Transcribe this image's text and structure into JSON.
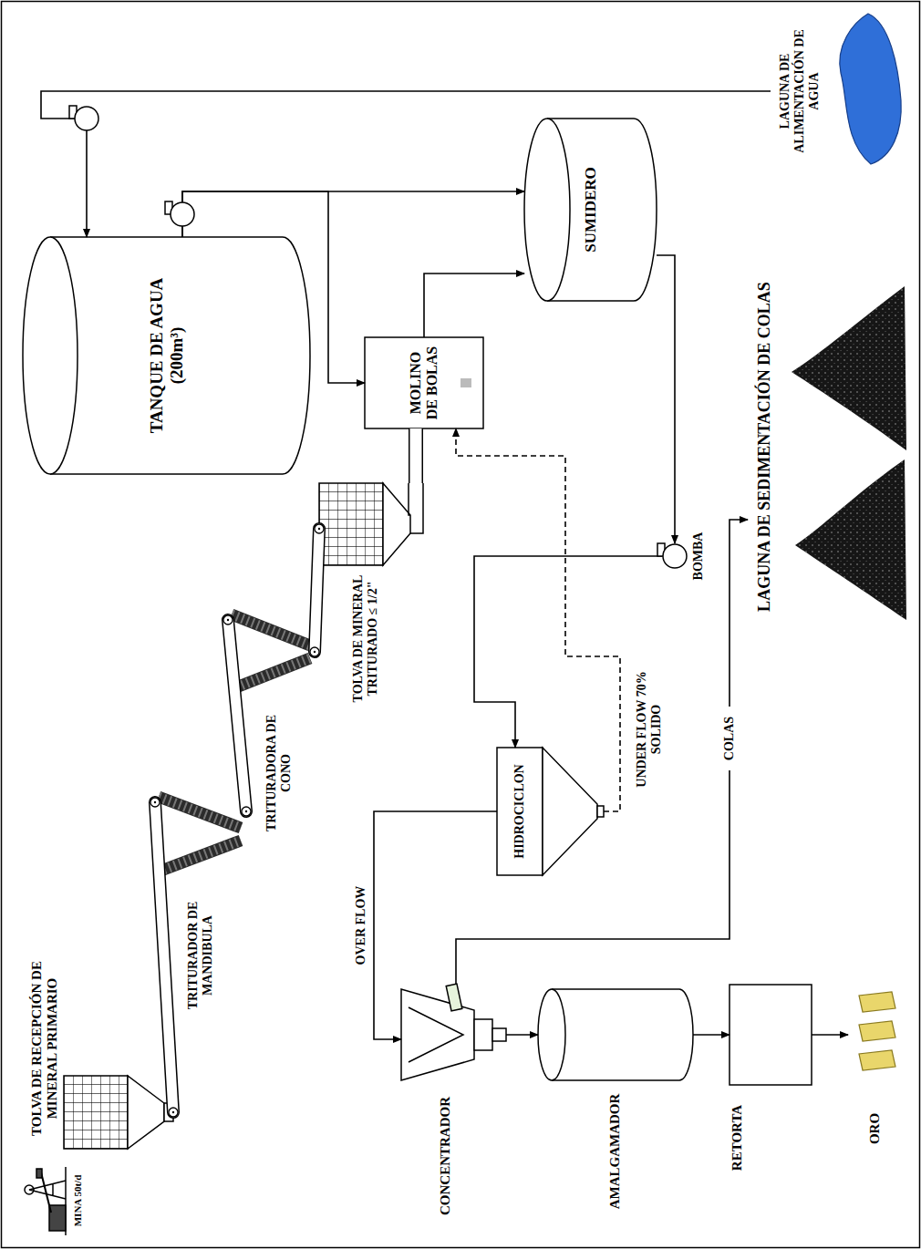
{
  "diagram": {
    "nodes": [
      {
        "text": [
          "MINA 50t/d"
        ]
      },
      {
        "text": [
          "TOLVA DE RECEPCIÓN DE MINERAL PRIMARIO"
        ]
      },
      {
        "text": [
          "TRITURADOR DE MANDIBULA"
        ]
      },
      {
        "text": [
          "TRITURADORA DE CONO"
        ]
      },
      {
        "text": [
          "TOLVA DE MINERAL TRITURADO ≤ 1/2\""
        ]
      },
      {
        "text": [
          "MOLINO DE BOLAS"
        ]
      },
      {
        "text": [
          "TANQUE DE AGUA (200m³)"
        ]
      },
      {
        "text": [
          "LAGUNA DE ALIMENTACIÓN DE AGUA"
        ]
      },
      {
        "text": [
          "SUMIDERO"
        ]
      },
      {
        "text": [
          "BOMBA"
        ]
      },
      {
        "text": [
          "HIDROCICLON"
        ]
      },
      {
        "text": [
          "CONCENTRADOR"
        ]
      },
      {
        "text": [
          "AMALGAMADOR"
        ]
      },
      {
        "text": [
          "RETORTA"
        ]
      },
      {
        "text": [
          "ORO"
        ]
      },
      {
        "text": [
          "LAGUNA DE SEDIMENTACIÓN DE COLAS"
        ]
      }
    ],
    "edges": [
      {
        "from": 1,
        "to": 2,
        "arrow": "none"
      },
      {
        "from": 2,
        "to": 3,
        "arrow": "none"
      },
      {
        "from": 3,
        "to": 4,
        "arrow": "none"
      },
      {
        "from": 4,
        "to": 5,
        "arrow": "none"
      },
      {
        "from": 7,
        "to": 6,
        "arrow": "to"
      },
      {
        "from": 6,
        "to": 8,
        "arrow": "to"
      },
      {
        "from": 6,
        "to": 5,
        "arrow": "to"
      },
      {
        "from": 5,
        "to": 8,
        "arrow": "to"
      },
      {
        "from": 8,
        "to": 9,
        "arrow": "to"
      },
      {
        "from": 9,
        "to": 10,
        "arrow": "to"
      },
      {
        "from": 10,
        "to": 5,
        "label": "UNDER FLOW 70% SOLIDO",
        "arrow": "to"
      },
      {
        "from": 10,
        "to": 11,
        "label": "OVER FLOW",
        "arrow": "to"
      },
      {
        "from": 11,
        "to": 12,
        "arrow": "to"
      },
      {
        "from": 12,
        "to": 13,
        "arrow": "to"
      },
      {
        "from": 13,
        "to": 14,
        "arrow": "to"
      },
      {
        "from": 11,
        "to": 15,
        "label": "COLAS",
        "arrow": "to"
      }
    ]
  }
}
